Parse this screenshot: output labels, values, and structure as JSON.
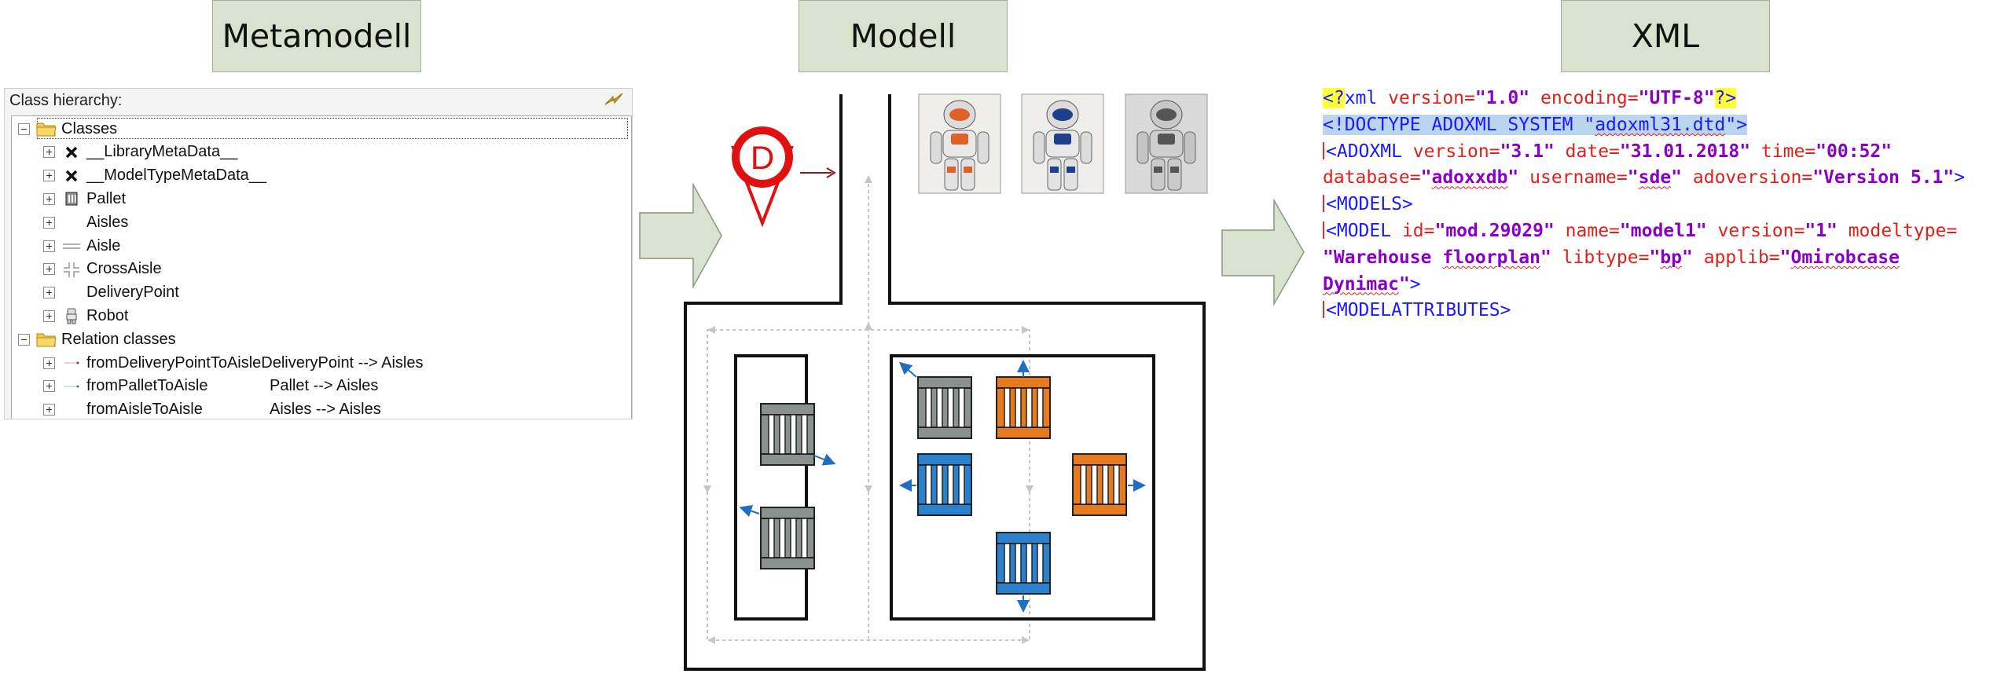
{
  "headers": {
    "metamodel": "Metamodell",
    "model": "Modell",
    "xml": "XML"
  },
  "panel": {
    "title": "Class hierarchy:",
    "rows": [
      {
        "label": "Classes",
        "icon": "folder-icon",
        "level": 0,
        "expander": "minus"
      },
      {
        "label": "__LibraryMetaData__",
        "icon": "cross-icon",
        "level": 1,
        "expander": "plus"
      },
      {
        "label": "__ModelTypeMetaData__",
        "icon": "cross-icon",
        "level": 1,
        "expander": "plus"
      },
      {
        "label": "Pallet",
        "icon": "pallet-icon",
        "level": 1,
        "expander": "plus"
      },
      {
        "label": "Aisles",
        "icon": "",
        "level": 1,
        "expander": "plus"
      },
      {
        "label": "Aisle",
        "icon": "aisle-icon",
        "level": 1,
        "expander": "plus"
      },
      {
        "label": "CrossAisle",
        "icon": "crossaisle-icon",
        "level": 1,
        "expander": "plus"
      },
      {
        "label": "DeliveryPoint",
        "icon": "",
        "level": 1,
        "expander": "plus"
      },
      {
        "label": "Robot",
        "icon": "robot-icon",
        "level": 1,
        "expander": "plus"
      },
      {
        "label": "Relation classes",
        "icon": "folder-icon",
        "level": 0,
        "expander": "minus"
      },
      {
        "label": "fromDeliveryPointToAisleDeliveryPoint --> Aisles",
        "icon": "relation-red-icon",
        "level": 1,
        "expander": "plus"
      },
      {
        "label": "fromPalletToAisle",
        "icon": "relation-blue-icon",
        "level": 1,
        "expander": "plus",
        "target": "Pallet --> Aisles"
      },
      {
        "label": "fromAisleToAisle",
        "icon": "",
        "level": 1,
        "expander": "plus",
        "target": "Aisles --> Aisles"
      }
    ]
  },
  "model": {
    "delivery_point_letter": "D"
  },
  "xml": {
    "lines": [
      [
        {
          "t": "<?",
          "c": "tg hl-y"
        },
        {
          "t": "xml",
          "c": "tg"
        },
        {
          "t": " version=",
          "c": "at"
        },
        {
          "t": "\"1.0\"",
          "c": "vl"
        },
        {
          "t": " encoding=",
          "c": "at"
        },
        {
          "t": "\"UTF-8\"",
          "c": "vl"
        },
        {
          "t": "?>",
          "c": "tg hl-y"
        }
      ],
      [
        {
          "t": "<!DOCTYPE ADOXML SYSTEM \"",
          "c": "tg hl-b"
        },
        {
          "t": "adoxml31.dtd",
          "c": "tg hl-b sq"
        },
        {
          "t": "\">",
          "c": "tg hl-b"
        }
      ],
      [
        {
          "t": "|",
          "c": "cur"
        },
        {
          "t": "<ADOXML",
          "c": "tg"
        },
        {
          "t": " version=",
          "c": "at"
        },
        {
          "t": "\"3.1\"",
          "c": "vl"
        },
        {
          "t": " date=",
          "c": "at"
        },
        {
          "t": "\"31.01.2018\"",
          "c": "vl"
        },
        {
          "t": " time=",
          "c": "at"
        },
        {
          "t": "\"00:52\"",
          "c": "vl"
        }
      ],
      [
        {
          "t": "database=",
          "c": "at"
        },
        {
          "t": "\"",
          "c": "vl"
        },
        {
          "t": "adoxxdb",
          "c": "vl sq"
        },
        {
          "t": "\"",
          "c": "vl"
        },
        {
          "t": " username=",
          "c": "at"
        },
        {
          "t": "\"",
          "c": "vl"
        },
        {
          "t": "sde",
          "c": "vl sq"
        },
        {
          "t": "\"",
          "c": "vl"
        },
        {
          "t": " adoversion=",
          "c": "at"
        },
        {
          "t": "\"Version 5.1\"",
          "c": "vl"
        },
        {
          "t": ">",
          "c": "tg"
        }
      ],
      [
        {
          "t": "|",
          "c": "cur"
        },
        {
          "t": "<MODELS>",
          "c": "tg"
        }
      ],
      [
        {
          "t": "|",
          "c": "cur"
        },
        {
          "t": "<MODEL",
          "c": "tg"
        },
        {
          "t": " id=",
          "c": "at"
        },
        {
          "t": "\"mod.29029\"",
          "c": "vl"
        },
        {
          "t": " name=",
          "c": "at"
        },
        {
          "t": "\"model1\"",
          "c": "vl"
        },
        {
          "t": " version=",
          "c": "at"
        },
        {
          "t": "\"1\"",
          "c": "vl"
        },
        {
          "t": " modeltype=",
          "c": "at"
        }
      ],
      [
        {
          "t": "\"Warehouse ",
          "c": "vl"
        },
        {
          "t": "floorplan",
          "c": "vl sq"
        },
        {
          "t": "\"",
          "c": "vl"
        },
        {
          "t": " libtype=",
          "c": "at"
        },
        {
          "t": "\"",
          "c": "vl"
        },
        {
          "t": "bp",
          "c": "vl sq"
        },
        {
          "t": "\"",
          "c": "vl"
        },
        {
          "t": " applib=",
          "c": "at"
        },
        {
          "t": "\"",
          "c": "vl"
        },
        {
          "t": "Omirobcase",
          "c": "vl sq"
        }
      ],
      [
        {
          "t": "Dynimac",
          "c": "vl sq"
        },
        {
          "t": "\"",
          "c": "vl"
        },
        {
          "t": ">",
          "c": "tg"
        }
      ],
      [
        {
          "t": "|",
          "c": "cur"
        },
        {
          "t": "<MODELATTRIBUTES>",
          "c": "tg"
        }
      ]
    ]
  }
}
